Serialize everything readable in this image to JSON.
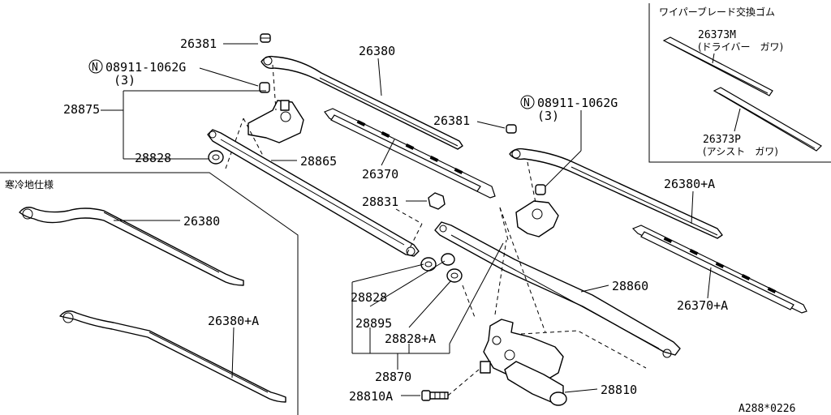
{
  "labels": {
    "p26381_a": "26381",
    "p08911_a": "08911-1062G",
    "p08911_a_qty": "(3)",
    "p28875": "28875",
    "p28828_a": "28828",
    "p26380_top": "26380",
    "p28865": "28865",
    "p26370": "26370",
    "p26381_b": "26381",
    "p08911_b": "08911-1062G",
    "p08911_b_qty": "(3)",
    "p28831": "28831",
    "p26380A_right": "26380+A",
    "p28860": "28860",
    "p26370A": "26370+A",
    "p28828_b": "28828",
    "p28895": "28895",
    "p28828A": "28828+A",
    "p28870": "28870",
    "p28810A": "28810A",
    "p28810": "28810",
    "p26380_cold": "26380",
    "p26380A_cold": "26380+A",
    "nut_symbol": "N"
  },
  "inset_rubber": {
    "title": "ワイパーブレード交換ゴム",
    "driver_code": "26373M",
    "driver_desc": "(ドライバー　ガワ)",
    "assist_code": "26373P",
    "assist_desc": "(アシスト　ガワ)"
  },
  "cold_region": {
    "title": "寒冷地仕様"
  },
  "footer": {
    "diagram_id": "A288*0226"
  }
}
